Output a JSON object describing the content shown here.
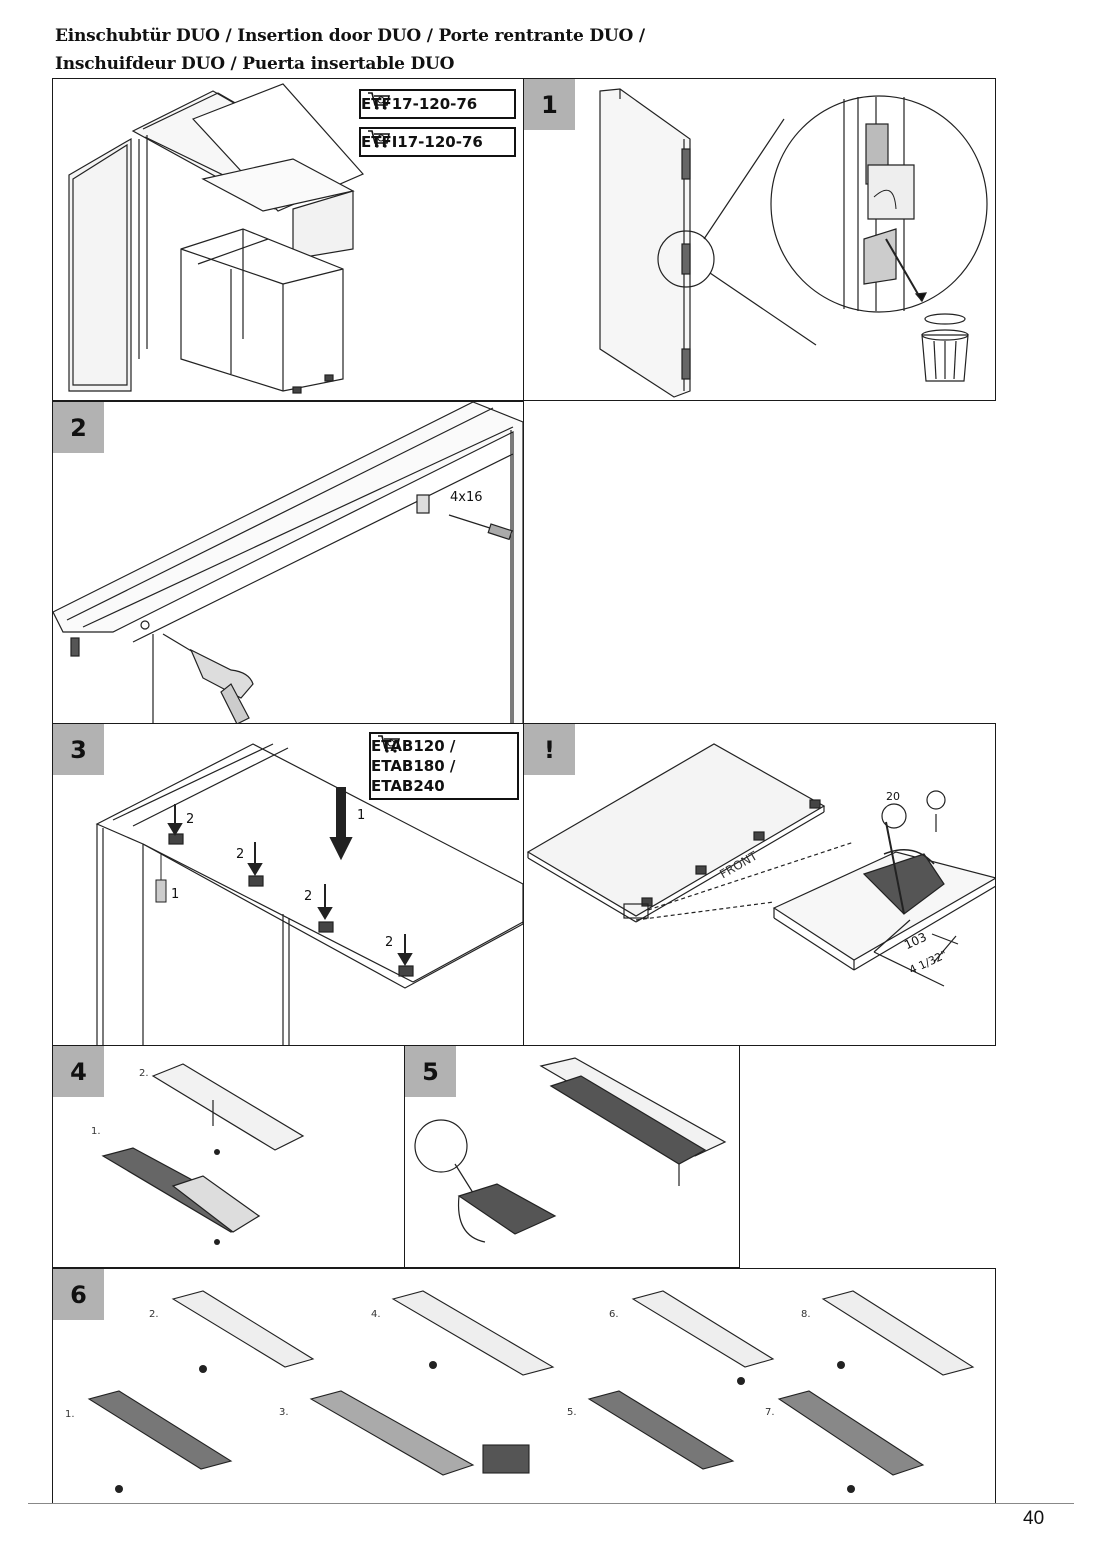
{
  "header": {
    "line1": "Einschubtür DUO / Insertion door DUO / Porte rentrante DUO /",
    "line2": "Inschuifdeur DUO / Puerta insertable DUO"
  },
  "panels": {
    "overview": {
      "codes": [
        "ETF17-120-76",
        "ETFI17-120-76"
      ]
    },
    "step1": {
      "number": "1"
    },
    "step2": {
      "number": "2",
      "screw": "4x16"
    },
    "step3": {
      "number": "3",
      "codes": [
        "ETAB120 /",
        "ETAB180 /",
        "ETAB240"
      ],
      "labels": [
        "2",
        "1",
        "2",
        "2",
        "2",
        "1"
      ]
    },
    "note": {
      "number": "!",
      "front": "FRONT",
      "qty": "20",
      "dim_mm": "103",
      "dim_in": "4 1/32\""
    },
    "step4": {
      "number": "4",
      "sub": [
        "2.",
        "1."
      ]
    },
    "step5": {
      "number": "5"
    },
    "step6": {
      "number": "6",
      "sub": [
        "2.",
        "4.",
        "6.",
        "8.",
        "1.",
        "3.",
        "5.",
        "7."
      ]
    }
  },
  "footer": {
    "page": "40"
  },
  "icons": [
    "shopping-cart-icon",
    "trash-can-icon",
    "drill-icon",
    "screwdriver-icon",
    "hand-icon"
  ]
}
